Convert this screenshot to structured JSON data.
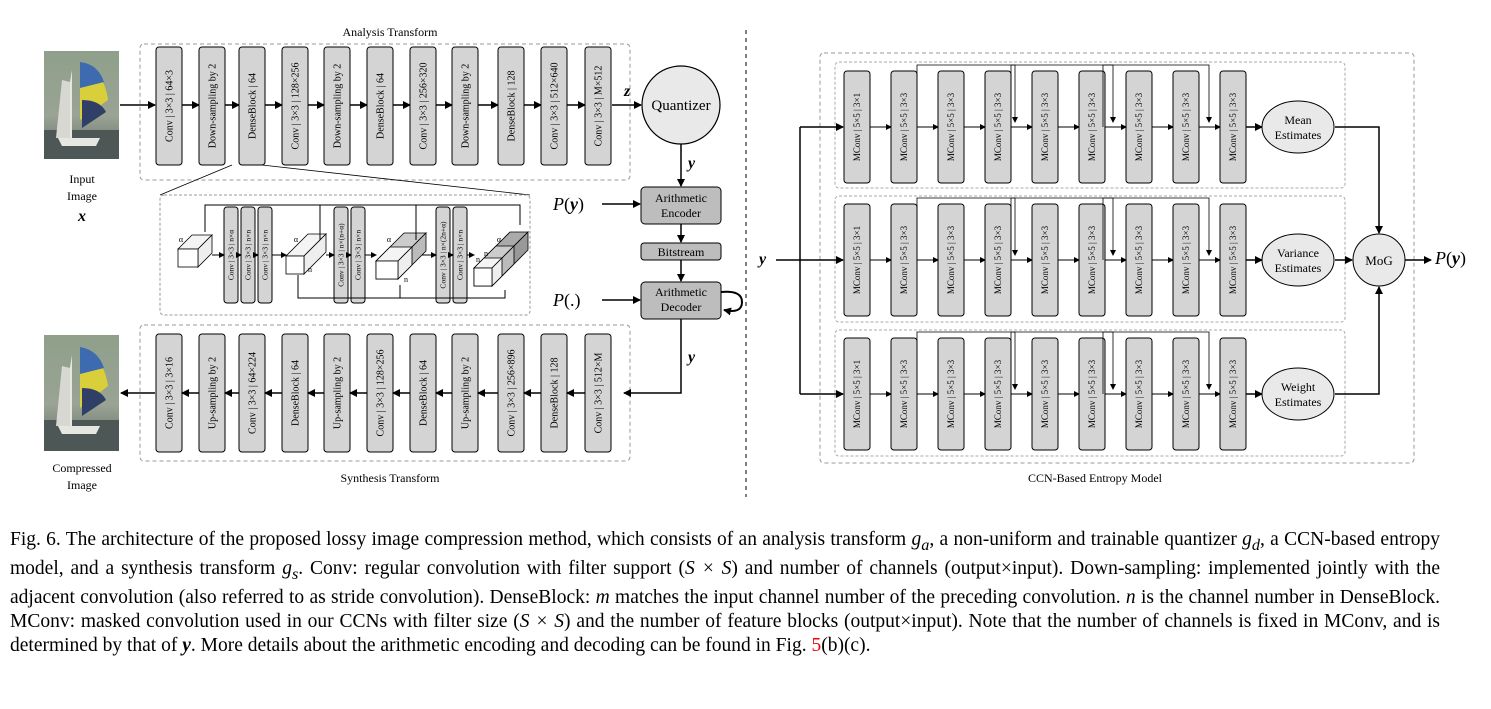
{
  "figure": {
    "analysis": {
      "title": "Analysis Transform",
      "blocks": [
        "Conv | 3×3 | 64×3",
        "Down-sampling by 2",
        "DenseBlock | 64",
        "Conv | 3×3 | 128×256",
        "Down-sampling by 2",
        "DenseBlock | 64",
        "Conv | 3×3 | 256×320",
        "Down-sampling by 2",
        "DenseBlock | 128",
        "Conv | 3×3 | 512×640",
        "Conv | 3×3 | M×512"
      ]
    },
    "synthesis": {
      "title": "Synthesis  Transform",
      "blocks": [
        "Conv | 3×3 | 3×16",
        "Up-sampling by 2",
        "Conv | 3×3 | 64×224",
        "DenseBlock | 64",
        "Up-sampling by 2",
        "Conv | 3×3 | 128×256",
        "DenseBlock | 64",
        "Up-sampling by 2",
        "Conv | 3×3 | 256×896",
        "DenseBlock | 128",
        "Conv | 3×3 | 512×M"
      ]
    },
    "dense_detail": {
      "blocks": [
        "Conv | 3×3 | n×α",
        "Conv | 3×3 | n×n",
        "Conv | 3×3 | n×n",
        "Conv | 3×3 | n×(n+α)",
        "Conv | 3×3 | n×n",
        "Conv | 3×3 | n×(2n+α)",
        "Conv | 3×3 | n×n"
      ],
      "sym_alpha": "α",
      "sym_n": "n"
    },
    "input_label": [
      "Input",
      "Image"
    ],
    "input_symbol": "x",
    "output_label": [
      "Compressed",
      "Image"
    ],
    "quantizer": "Quantizer",
    "z_symbol": "z",
    "y_symbol": "y",
    "py_label": "P(y)",
    "pdot_label": "P(.)",
    "encoder": [
      "Arithmetic",
      "Encoder"
    ],
    "bitstream": "Bitstream",
    "decoder": [
      "Arithmetic",
      "Decoder"
    ],
    "entropy": {
      "title": "CCN-Based  Entropy Model",
      "rows": [
        {
          "blocks": [
            "MConv | 5×5 | 3×1",
            "MConv | 5×5 | 3×3",
            "MConv | 5×5 | 3×3",
            "MConv | 5×5 | 3×3",
            "MConv | 5×5 | 3×3",
            "MConv | 5×5 | 3×3",
            "MConv | 5×5 | 3×3",
            "MConv | 5×5 | 3×3",
            "MConv | 5×5 | 3×3"
          ],
          "output": [
            "Mean",
            "Estimates"
          ]
        },
        {
          "blocks": [
            "MConv | 5×5 | 3×1",
            "MConv | 5×5 | 3×3",
            "MConv | 5×5 | 3×3",
            "MConv | 5×5 | 3×3",
            "MConv | 5×5 | 3×3",
            "MConv | 5×5 | 3×3",
            "MConv | 5×5 | 3×3",
            "MConv | 5×5 | 3×3",
            "MConv | 5×5 | 3×3"
          ],
          "output": [
            "Variance",
            "Estimates"
          ]
        },
        {
          "blocks": [
            "MConv | 5×5 | 3×1",
            "MConv | 5×5 | 3×3",
            "MConv | 5×5 | 3×3",
            "MConv | 5×5 | 3×3",
            "MConv | 5×5 | 3×3",
            "MConv | 5×5 | 3×3",
            "MConv | 5×5 | 3×3",
            "MConv | 5×5 | 3×3",
            "MConv | 5×5 | 3×3"
          ],
          "output": [
            "Weight",
            "Estimates"
          ]
        }
      ],
      "mog": "MoG"
    }
  },
  "caption": {
    "label": "Fig. 6.",
    "p1": "The architecture of the proposed lossy image compression method, which consists of an analysis transform ",
    "ga": "g",
    "ga_sub": "a",
    "p2": ", a non-uniform and trainable quantizer ",
    "gd": "g",
    "gd_sub": "d",
    "p3": ", a CCN-based entropy model, and a synthesis transform ",
    "gs": "g",
    "gs_sub": "s",
    "p4": ". Conv: regular convolution with filter support (",
    "sxs1": "S × S",
    "p5": ") and number of channels (output×input). Down-sampling: implemented jointly with the adjacent convolution (also referred to as stride convolution). DenseBlock: ",
    "m": "m",
    "p6": " matches the input channel number of the preceding convolution. ",
    "n": "n",
    "p7": " is the channel number in DenseBlock. MConv: masked convolution used in our CCNs with filter size (",
    "sxs2": "S × S",
    "p8": ") and the number of feature blocks (output×input). Note that the number of channels is fixed in MConv, and is determined by that of ",
    "y": "y",
    "p9": ".  More details about the arithmetic encoding and decoding can be found in Fig. ",
    "ref": "5",
    "p10": "(b)(c)."
  }
}
